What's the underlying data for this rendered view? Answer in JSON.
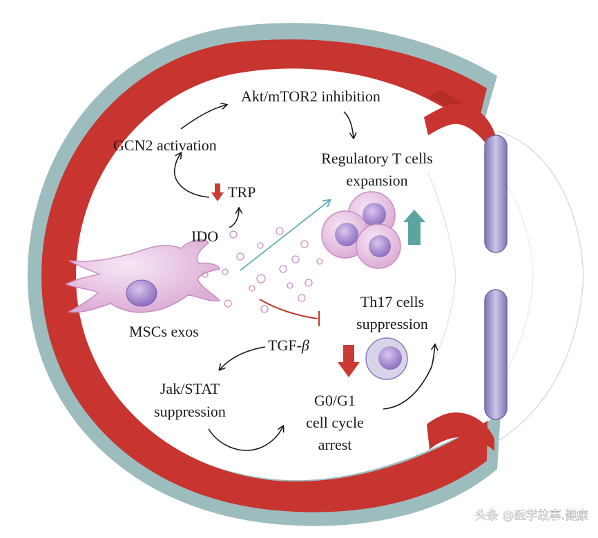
{
  "labels": {
    "akt": "Akt/mTOR2 inhibition",
    "gcn2": "GCN2 activation",
    "treg_line1": "Regulatory T cells",
    "treg_line2": "expansion",
    "trp": "TRP",
    "ido": "IDO",
    "mscs": "MSCs exos",
    "th17_line1": "Th17 cells",
    "th17_line2": "suppression",
    "tgf": "TGF-",
    "tgf_symbol": "β",
    "jak_line1": "Jak/STAT",
    "jak_line2": "suppression",
    "g0_line1": "G0/G1",
    "g0_line2": "cell cycle",
    "g0_line3": "arrest"
  },
  "watermark": "头条 @医学故事.健康",
  "colors": {
    "capsule_red": "#c8342f",
    "capsule_teal": "#94b5b8",
    "cell_purple": "#9b7fc4",
    "cell_pink": "#e9c4e4",
    "up_arrow": "#5aa5a0",
    "down_arrow": "#cc3b33",
    "inhibit_line": "#c0392b",
    "teal_arrow": "#5fb0b5"
  }
}
